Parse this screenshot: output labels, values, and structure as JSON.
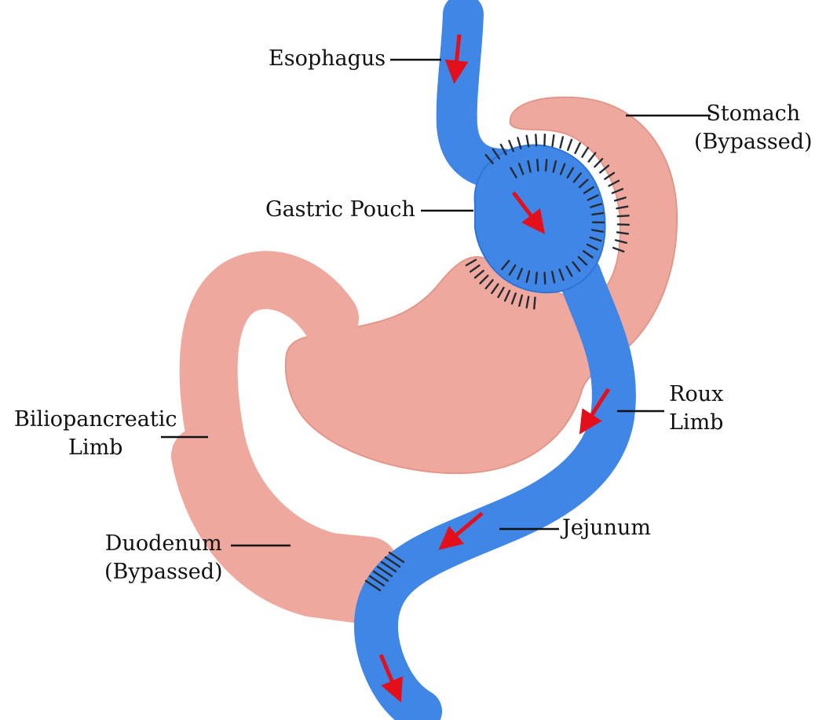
{
  "colors": {
    "stomach": "#efa89d",
    "stomach_edge": "#e3978b",
    "intestine": "#3f86e6",
    "intestine_edge": "#2f74d6",
    "arrow": "#e3101b",
    "staple": "#262a33",
    "text": "#111111"
  },
  "labels": {
    "esophagus": {
      "line1": "Esophagus"
    },
    "stomach": {
      "line1": "Stomach",
      "line2": "(Bypassed)"
    },
    "gastric_pouch": {
      "line1": "Gastric Pouch"
    },
    "roux_limb": {
      "line1": "Roux",
      "line2": "Limb"
    },
    "biliopancreatic_limb": {
      "line1": "Biliopancreatic",
      "line2": "Limb"
    },
    "jejunum": {
      "line1": "Jejunum"
    },
    "duodenum": {
      "line1": "Duodenum",
      "line2": "(Bypassed)"
    }
  },
  "flow_arrows": [
    {
      "name": "arrow-esophagus"
    },
    {
      "name": "arrow-pouch"
    },
    {
      "name": "arrow-roux-limb"
    },
    {
      "name": "arrow-jejunum"
    },
    {
      "name": "arrow-distal-jejunum"
    }
  ]
}
